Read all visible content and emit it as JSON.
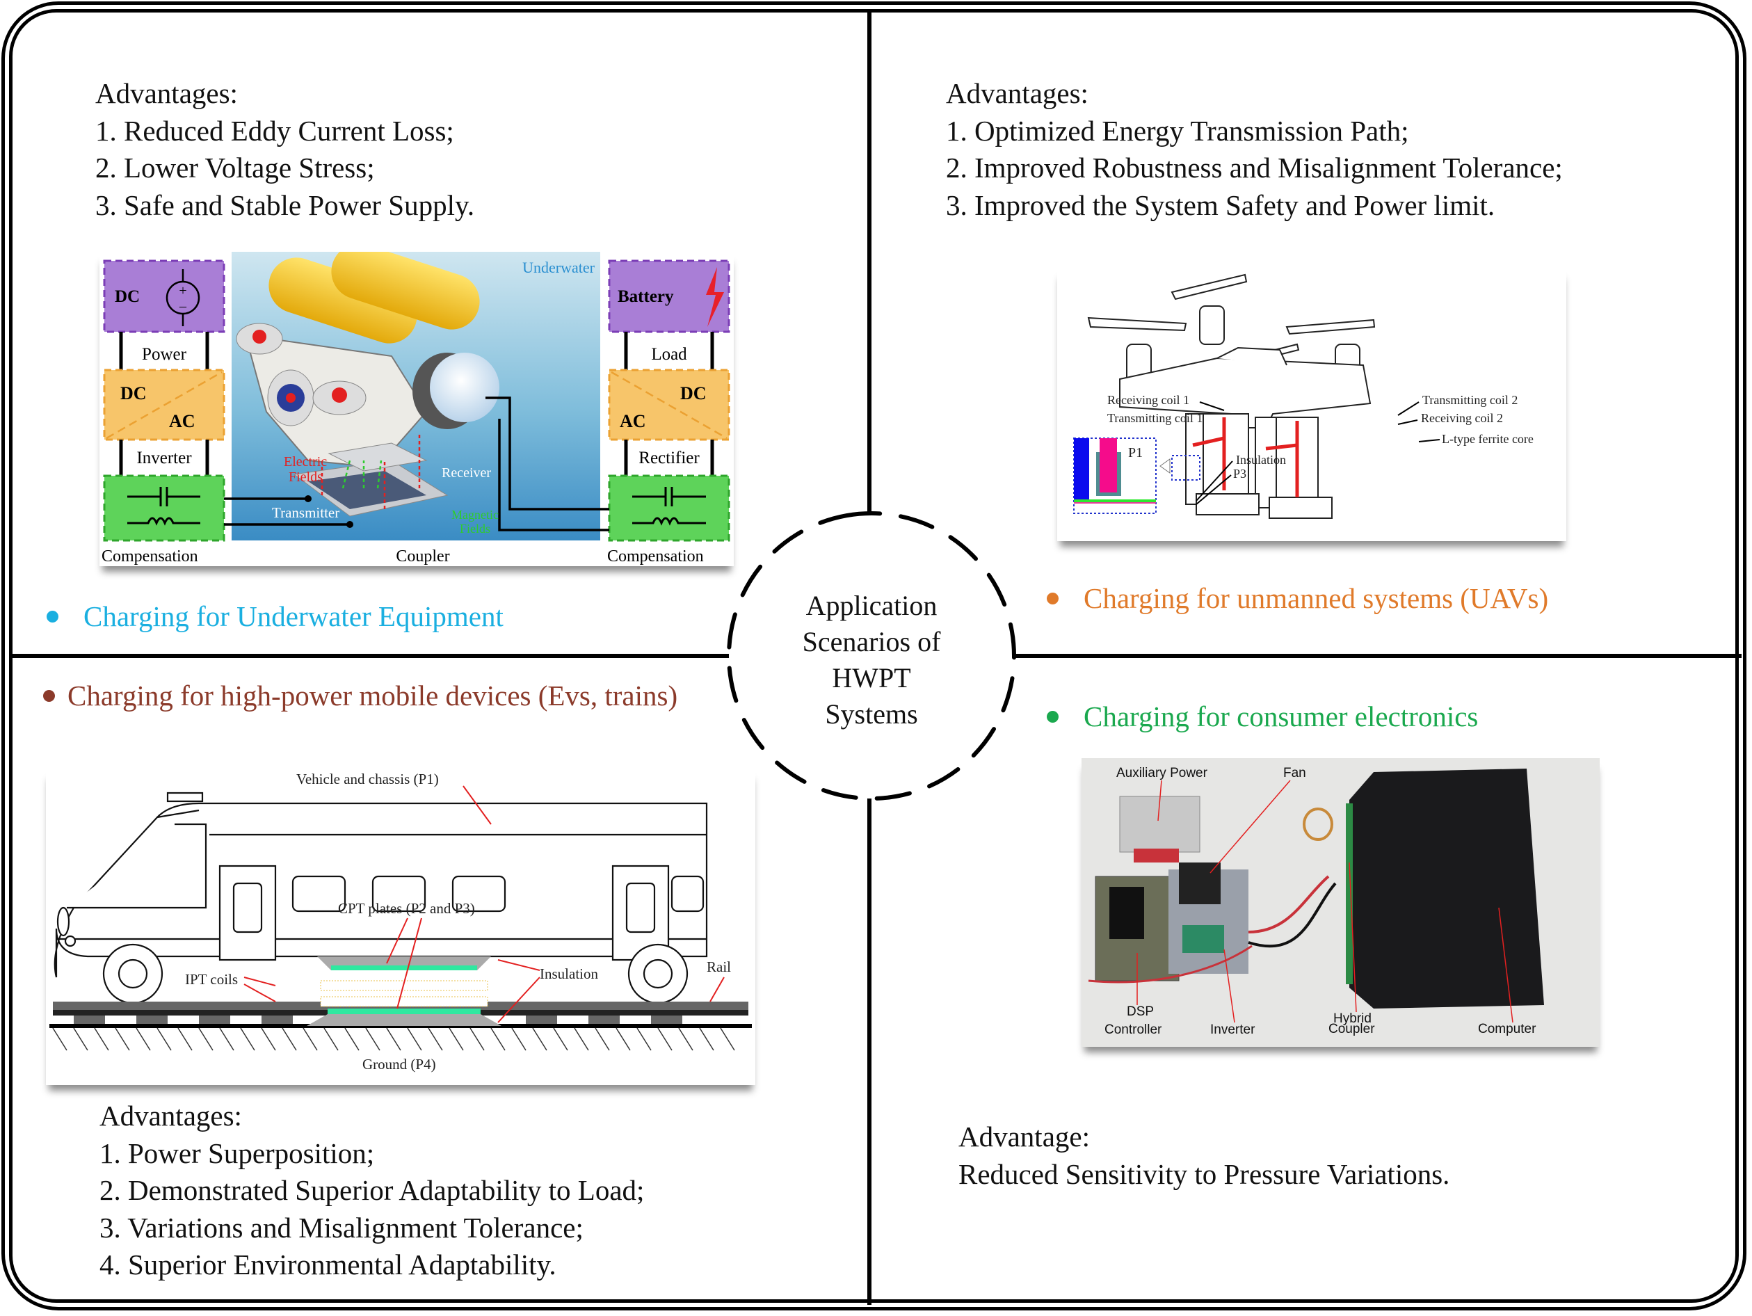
{
  "center": {
    "lines": [
      "Application",
      "Scenarios of",
      "HWPT",
      "Systems"
    ]
  },
  "quadrants": {
    "top_left": {
      "caption": "Charging for Underwater Equipment",
      "caption_color": "#1aafe0",
      "advantages_title": "Advantages:",
      "advantages": [
        "1. Reduced Eddy Current Loss;",
        "2. Lower Voltage Stress;",
        "3. Safe and Stable Power Supply."
      ],
      "figure": {
        "region_label": "Underwater",
        "left_blocks": {
          "source": "DC",
          "power": "Power",
          "dc": "DC",
          "ac": "AC",
          "inverter": "Inverter",
          "compensation": "Compensation"
        },
        "right_blocks": {
          "battery": "Battery",
          "load": "Load",
          "dc": "DC",
          "ac": "AC",
          "rectifier": "Rectifier",
          "compensation": "Compensation"
        },
        "coupler": "Coupler",
        "transmitter": "Transmitter",
        "receiver": "Receiver",
        "electric_fields": [
          "Electric",
          "Fields"
        ],
        "magnetic_fields": [
          "Magnetic",
          "Fields"
        ]
      }
    },
    "top_right": {
      "caption": "Charging for unmanned systems (UAVs)",
      "caption_color": "#e07a2a",
      "advantages_title": "Advantages:",
      "advantages": [
        "1. Optimized Energy Transmission Path;",
        "2. Improved Robustness and Misalignment Tolerance;",
        "3. Improved the System Safety and Power limit."
      ],
      "figure": {
        "receiving_coil_1": "Receiving coil 1",
        "transmitting_coil_1": "Transmitting coil 1",
        "transmitting_coil_2": "Transmitting coil 2",
        "receiving_coil_2": "Receiving coil 2",
        "ferrite_core": "L-type ferrite core",
        "insulation": "Insulation",
        "p1": "P1",
        "p3": "P3"
      }
    },
    "bottom_left": {
      "caption": "Charging for high-power mobile devices (Evs, trains)",
      "caption_color": "#8b3a2a",
      "advantages_title": "Advantages:",
      "advantages": [
        "1. Power Superposition;",
        "2. Demonstrated Superior Adaptability to Load;",
        "3. Variations and Misalignment Tolerance;",
        "4. Superior Environmental Adaptability."
      ],
      "figure": {
        "vehicle": "Vehicle and chassis (P1)",
        "cpt_plates": "CPT plates (P2 and P3)",
        "ipt_coils": "IPT coils",
        "insulation": "Insulation",
        "rail": "Rail",
        "ground": "Ground (P4)"
      }
    },
    "bottom_right": {
      "caption": "Charging for consumer electronics",
      "caption_color": "#1aa84e",
      "advantages_title": "Advantage:",
      "advantages": [
        "Reduced Sensitivity to Pressure Variations."
      ],
      "figure": {
        "auxiliary_power": "Auxiliary Power",
        "fan": "Fan",
        "dsp": [
          "DSP",
          "Controller"
        ],
        "inverter": "Inverter",
        "hybrid_coupler": [
          "Hybrid",
          "Coupler"
        ],
        "computer": "Computer"
      }
    }
  }
}
